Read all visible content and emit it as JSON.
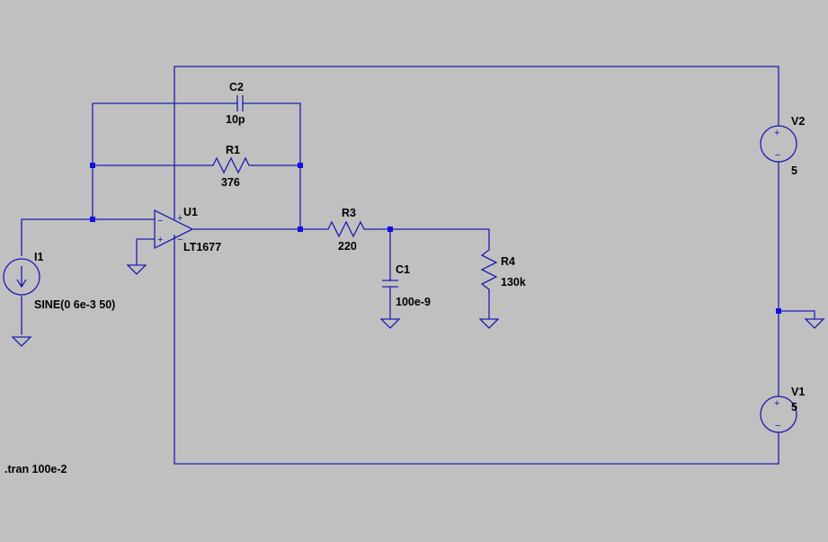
{
  "schematic": {
    "background_color": "#c0c0c0",
    "wire_color": "#1c1cb4",
    "node_color": "#1010e0",
    "components": {
      "C2": {
        "ref": "C2",
        "value": "10p"
      },
      "R1": {
        "ref": "R1",
        "value": "376"
      },
      "U1": {
        "ref": "U1",
        "value": "LT1677"
      },
      "R3": {
        "ref": "R3",
        "value": "220"
      },
      "C1": {
        "ref": "C1",
        "value": "100e-9"
      },
      "R4": {
        "ref": "R4",
        "value": "130k"
      },
      "I1": {
        "ref": "I1",
        "value": "SINE(0 6e-3 50)"
      },
      "V2": {
        "ref": "V2",
        "value": "5"
      },
      "V1": {
        "ref": "V1",
        "value": "5"
      }
    },
    "directive": ".tran 100e-2"
  }
}
